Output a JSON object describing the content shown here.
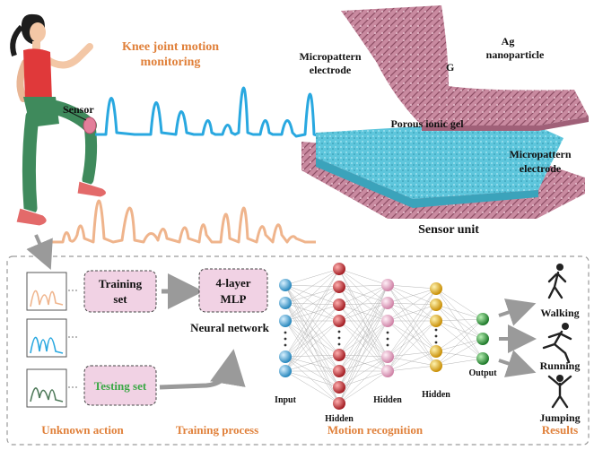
{
  "colors": {
    "signal_blue": "#29a8e0",
    "signal_peach": "#efb48c",
    "label_orange": "#e0803a",
    "testing_green": "#3aa845",
    "box_fill": "#f1d2e4",
    "gel_cyan": "#5ec6dc",
    "electrode_pink": "#c98aa0",
    "node_blue": "#3ea3d6",
    "node_red": "#d2343b",
    "node_pink": "#e7a9c6",
    "node_yellow": "#eab51a",
    "node_green": "#2f9c3a",
    "arrow_gray": "#9a9a9a"
  },
  "top": {
    "signal_title_line1": "Knee joint motion",
    "signal_title_line2": "monitoring",
    "sensor_label": "Sensor",
    "electrode_top_line1": "Micropattern",
    "electrode_top_line2": "electrode",
    "g_label": "G",
    "ag_line1": "Ag",
    "ag_line2": "nanoparticle",
    "gel_label": "Porous ionic gel",
    "electrode_bottom_line1": "Micropattern",
    "electrode_bottom_line2": "electrode",
    "sensor_unit": "Sensor unit"
  },
  "bottom": {
    "training_line1": "Training",
    "training_line2": "set",
    "testing": "Testing set",
    "mlp_line1": "4-layer",
    "mlp_line2": "MLP",
    "neural_network": "Neural network",
    "input": "Input",
    "hidden": "Hidden",
    "output": "Output",
    "walking": "Walking",
    "running": "Running",
    "jumping": "Jumping"
  },
  "stages": {
    "unknown_action": "Unknown action",
    "training_process": "Training process",
    "motion_recognition": "Motion recognition",
    "results": "Results"
  }
}
